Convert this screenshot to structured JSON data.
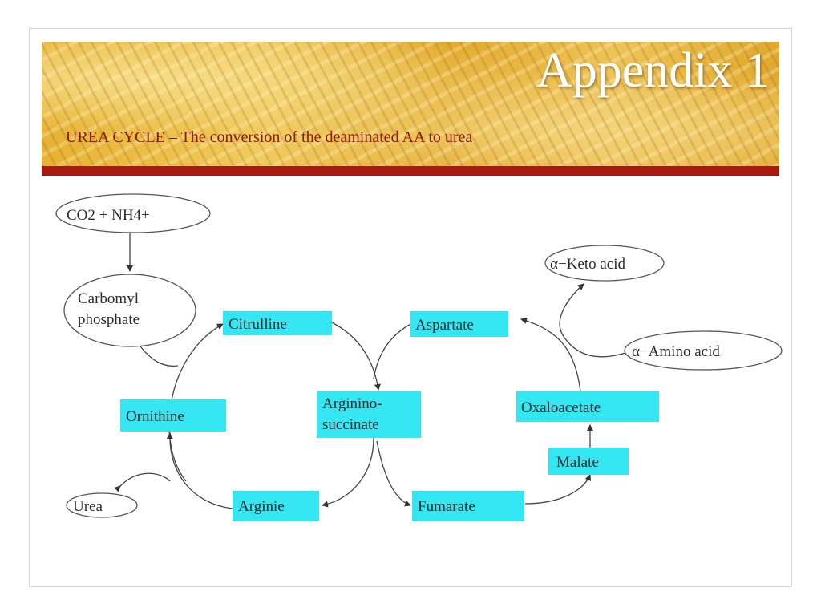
{
  "slide": {
    "title": "Appendix 1",
    "subtitle": "UREA CYCLE – The conversion of the deaminated AA to urea"
  },
  "diagram": {
    "inputs": "CO2 + NH4+",
    "carbamoyl_line1": "Carbomyl",
    "carbamoyl_line2": "phosphate",
    "citrulline": "Citrulline",
    "argininosuccinate_line1": "Arginino-",
    "argininosuccinate_line2": "succinate",
    "ornithine": "Ornithine",
    "arginine": "Arginie",
    "urea": "Urea",
    "aspartate": "Aspartate",
    "fumarate": "Fumarate",
    "malate": "Malate",
    "oxaloacetate": "Oxaloacetate",
    "keto_acid": "α−Keto acid",
    "amino_acid": "α−Amino acid"
  },
  "colors": {
    "box_fill": "#33e6f2",
    "banner_bar": "#a8180e",
    "subtitle": "#8d1a10"
  }
}
